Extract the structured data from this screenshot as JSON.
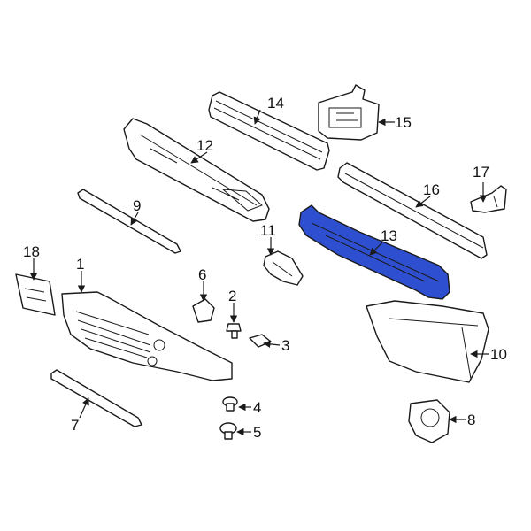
{
  "diagram": {
    "highlight_color": "#2e4fd0",
    "line_color": "#1a1a1a",
    "callouts": [
      {
        "id": "c1",
        "label": "1"
      },
      {
        "id": "c2",
        "label": "2"
      },
      {
        "id": "c3",
        "label": "3"
      },
      {
        "id": "c4",
        "label": "4"
      },
      {
        "id": "c5",
        "label": "5"
      },
      {
        "id": "c6",
        "label": "6"
      },
      {
        "id": "c7",
        "label": "7"
      },
      {
        "id": "c8",
        "label": "8"
      },
      {
        "id": "c9",
        "label": "9"
      },
      {
        "id": "c10",
        "label": "10"
      },
      {
        "id": "c11",
        "label": "11"
      },
      {
        "id": "c12",
        "label": "12"
      },
      {
        "id": "c13",
        "label": "13"
      },
      {
        "id": "c14",
        "label": "14"
      },
      {
        "id": "c15",
        "label": "15"
      },
      {
        "id": "c16",
        "label": "16"
      },
      {
        "id": "c17",
        "label": "17"
      },
      {
        "id": "c18",
        "label": "18"
      }
    ]
  }
}
